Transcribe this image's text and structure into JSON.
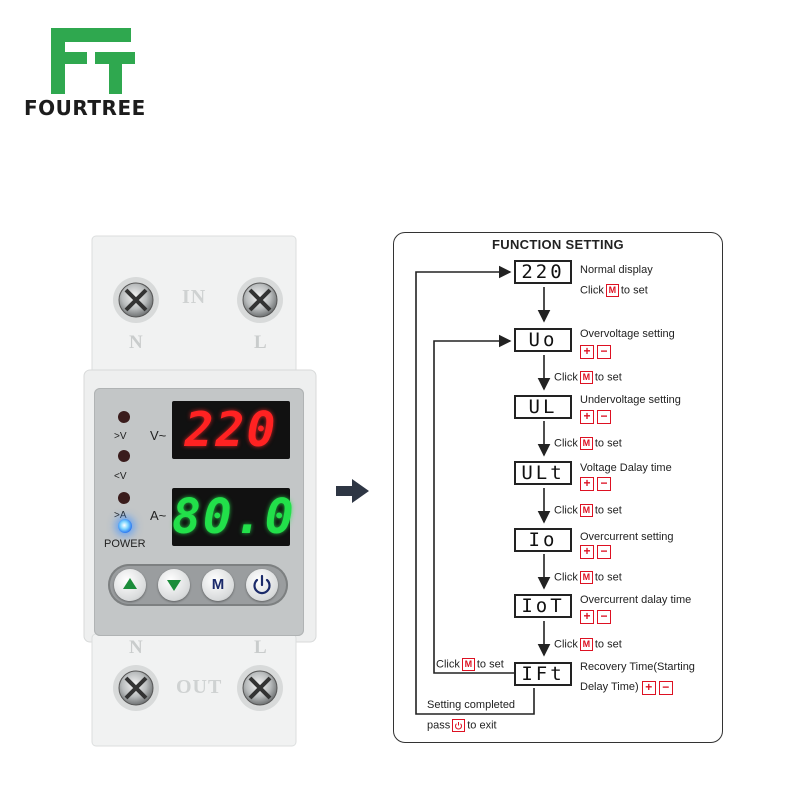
{
  "logo": {
    "text": "FOURTREE",
    "color": "#2fa84f"
  },
  "device": {
    "terminal_top": {
      "left": "N",
      "center": "IN",
      "right": "L"
    },
    "terminal_bottom": {
      "left": "N",
      "center": "OUT",
      "right": "L"
    },
    "voltage_display": "220",
    "current_display": "80.0",
    "indicators": {
      "over_v": ">V",
      "under_v": "<V",
      "over_a": ">A"
    },
    "units": {
      "voltage": "V~",
      "current": "A~"
    },
    "power_label": "POWER",
    "buttons": {
      "up": "up-arrow",
      "down": "down-arrow",
      "menu": "M",
      "power": "power"
    }
  },
  "flow": {
    "title": "FUNCTION SETTING",
    "steps": [
      {
        "lcd": "220",
        "label": "Normal display"
      },
      {
        "lcd": "Uo",
        "label": "Overvoltage  setting"
      },
      {
        "lcd": "UL",
        "label": "Undervoltage setting"
      },
      {
        "lcd": "ULt",
        "label": "Voltage Dalay time"
      },
      {
        "lcd": "Io",
        "label": "Overcurrent  setting"
      },
      {
        "lcd": "IoT",
        "label": "Overcurrent dalay time"
      },
      {
        "lcd": "IFt",
        "label": "Recovery Time(Starting",
        "label2": "Delay Time)"
      }
    ],
    "click": "Click",
    "to_set": "to set",
    "m_key": "M",
    "plus": "+",
    "minus": "−",
    "loop_click": "Click",
    "loop_to_set": "to set",
    "setting_completed": "Setting  completed",
    "pass": "pass",
    "to_exit": "to exit"
  }
}
